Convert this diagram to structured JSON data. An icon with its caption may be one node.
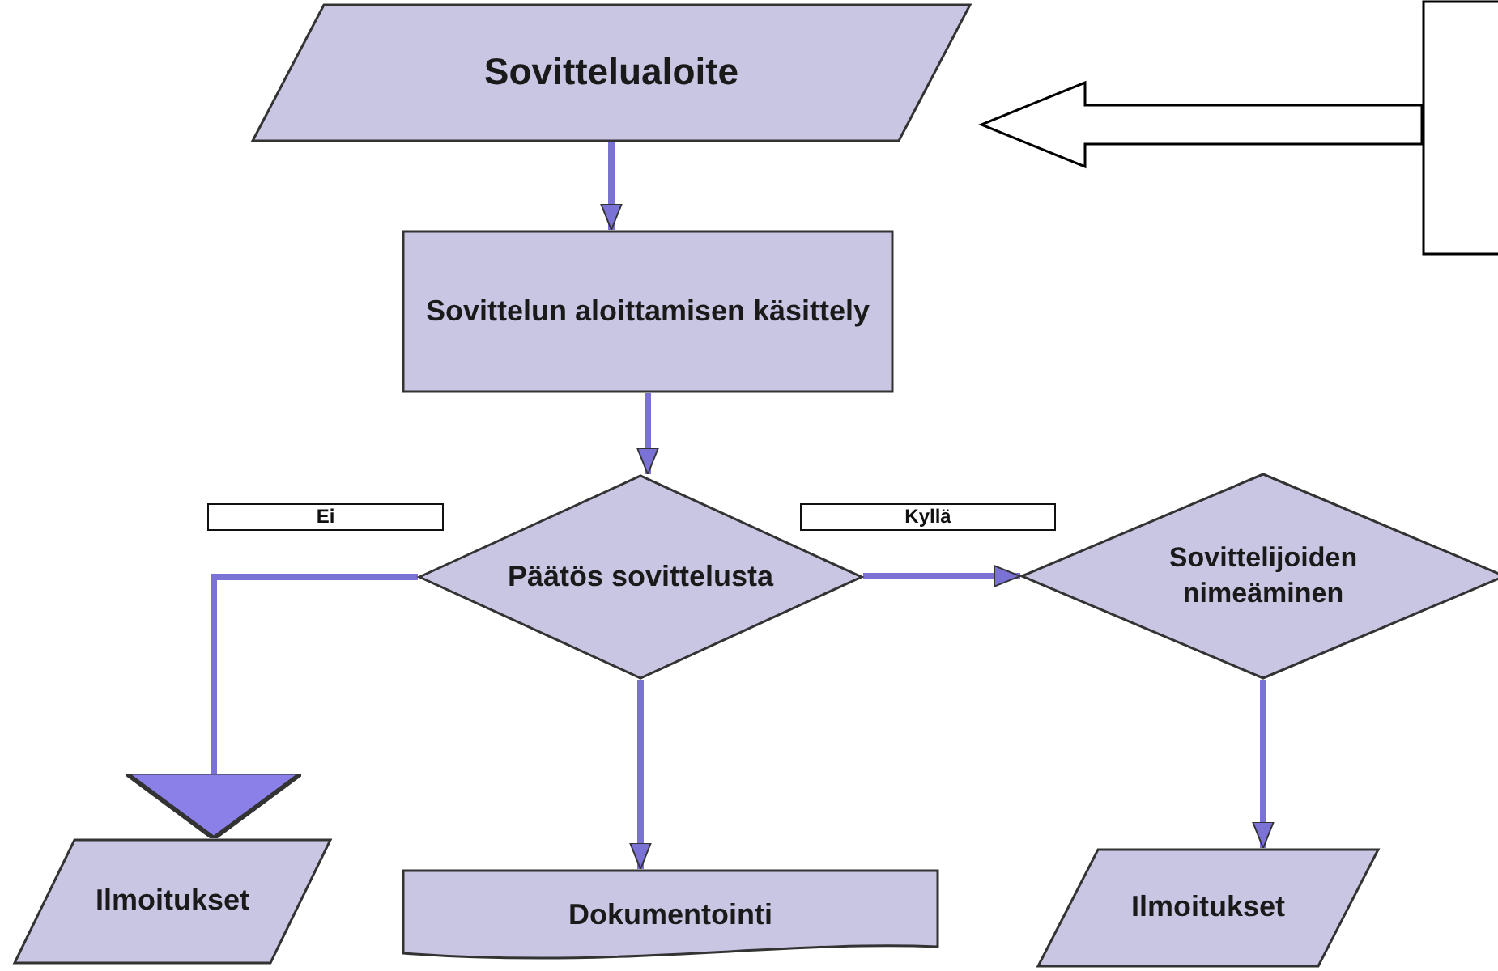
{
  "diagram": {
    "nodes": [
      {
        "text": [
          "Sovittelualoite"
        ]
      },
      {
        "text": [],
        "shape": "box"
      },
      {
        "text": [
          "Sovittelun aloittamisen käsittely"
        ]
      },
      {
        "text": [
          "Päätös sovittelusta"
        ]
      },
      {
        "text": [
          "Sovittelijoiden nimeäminen"
        ]
      },
      {
        "text": [
          "Ilmoitukset"
        ]
      },
      {
        "text": [
          "Dokumentointi"
        ]
      },
      {
        "text": [
          "Ilmoitukset"
        ]
      }
    ],
    "edges": [
      {
        "from": 1,
        "to": 0,
        "arrow": "to",
        "style": "thick"
      },
      {
        "from": 0,
        "to": 2,
        "arrow": "to"
      },
      {
        "from": 2,
        "to": 3,
        "arrow": "to"
      },
      {
        "from": 3,
        "to": 5,
        "arrow": "to",
        "label": "Ei"
      },
      {
        "from": 3,
        "to": 6,
        "arrow": "to"
      },
      {
        "from": 3,
        "to": 4,
        "arrow": "to",
        "label": "Kyllä"
      },
      {
        "from": 4,
        "to": 7,
        "arrow": "to"
      }
    ]
  }
}
